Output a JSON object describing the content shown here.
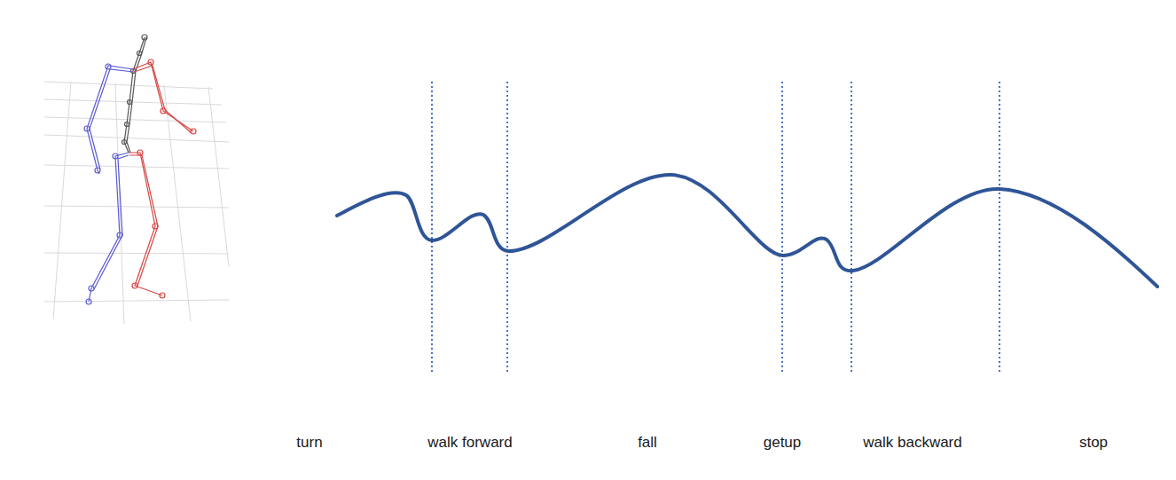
{
  "diagram": {
    "labels": [
      "turn",
      "walk forward",
      "fall",
      "getup",
      "walk backward",
      "stop"
    ]
  }
}
